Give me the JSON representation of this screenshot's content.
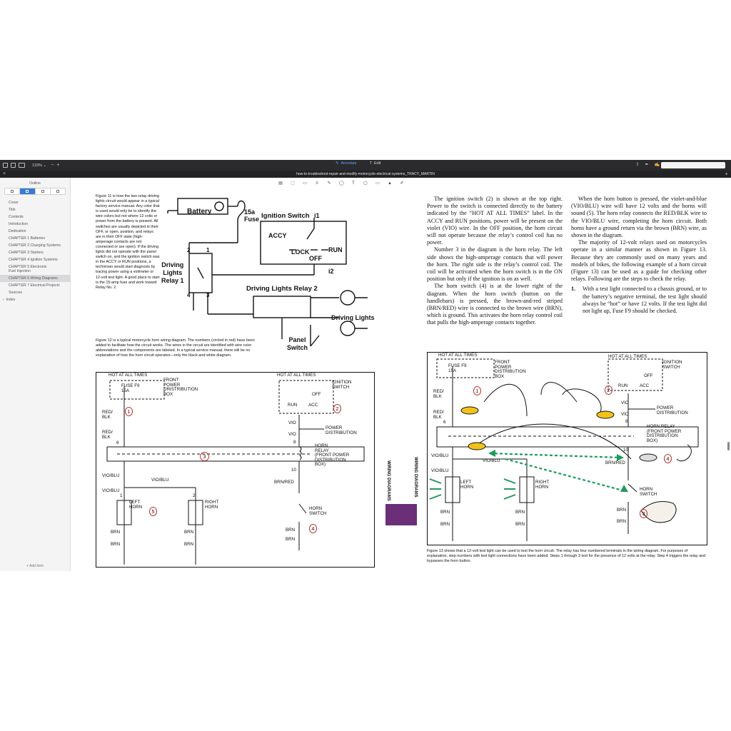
{
  "toolbar": {
    "zoom": "133% ⌄",
    "zoom_minus": "−",
    "zoom_plus": "+",
    "annotate_label": "Annotate",
    "edit_label": "Edit",
    "search_placeholder": ""
  },
  "tab": {
    "title": "how-to-troubleshoot-repair-and-modify-motorcycle-electrical-systems_TRACY_MARTIN"
  },
  "sidebar": {
    "title": "Outline",
    "add_item": "+ Add Item",
    "items": [
      {
        "label": "Cover"
      },
      {
        "label": "Title"
      },
      {
        "label": "Contents"
      },
      {
        "label": "Introduction"
      },
      {
        "label": "Dedication"
      },
      {
        "label": "CHAPTER 1 Batteries"
      },
      {
        "label": "CHAPTER 2 Charging Systems"
      },
      {
        "label": "CHAPTER 3 Starters"
      },
      {
        "label": "CHAPTER 4 Ignition Systems"
      },
      {
        "label": "CHAPTER 5 Electronic"
      },
      {
        "label": "Fuel Injection"
      },
      {
        "label": "CHAPTER 6 Wiring Diagrams"
      },
      {
        "label": "CHAPTER 7 Electrical Projects"
      },
      {
        "label": "Sources"
      },
      {
        "label": "Index"
      }
    ]
  },
  "left_page": {
    "fig11_caption": "Figure 11 is how the two-relay driving lights circuit would appear in a typical factory service manual. Any color that is used would only be to identify the wire colors but not where 12 volts or power from the battery is present. All switches are usually depicted in their OFF, or open, position, and relays are in their OFF state (high-amperage contacts are not connected or are open). If the driving lights did not operate with the panel switch on, and the ignition switch was in the ACCY or RUN positions, a technician would start diagnosis by tracing power using a voltmeter or 12-volt test light. A good place to start is the 15-amp fuse and work toward Relay No. 2.",
    "fig12_caption": "Figure 12 is a typical motorcycle horn wiring diagram. The numbers (circled in red) have been added to facilitate how the circuit works. The wires in the circuit are identified with wire color abbreviations and the components are labeled. In a typical service manual, there will be no explanation of how the horn circuit operates—only the black-and-white diagram.",
    "fig11": {
      "battery": "Battery",
      "fuse": "15a\nFuse",
      "ignition_switch": "Ignition Switch",
      "i1": "i1",
      "i2": "i2",
      "accy": "ACCY",
      "lock": "LOCK",
      "off": "OFF",
      "run": "RUN",
      "relay1": "Driving\nLights\nRelay 1",
      "relay2": "Driving Lights Relay 2",
      "driving_lights": "Driving Lights",
      "panel_switch": "Panel\nSwitch",
      "t1": "1",
      "t2": "2",
      "t3": "3",
      "t4": "4"
    },
    "fig12": {
      "hot": "HOT AT ALL TIMES",
      "fuse_f9": "FUSE F9",
      "fuse_amp": "15A",
      "front_power": "FRONT\nPOWER\nDRISTRIBUTION\nBOX",
      "hot2": "HOT AT ALL TIMES",
      "ign_switch": "IGNITION\nSWITCH",
      "off": "OFF",
      "run": "RUN",
      "acc": "ACC",
      "red_blk": "RED/\nBLK",
      "red_blk2": "RED/\nBLK",
      "vio": "VIO",
      "vio2": "VIO",
      "power_dist": "POWER\nDISTRIBUTION",
      "horn_relay": "HORN\nRELAY\n(FRONT POWER\nDISTRIBUTION\nBOX)",
      "vio_blu": "VIO/BLU",
      "vio_blu2": "VIO/BLU",
      "vio_blu3": "VIO/BLU",
      "left_horn": "LEFT\nHORN",
      "right_horn": "RIGHT\nHORN",
      "brn_red": "BRN/RED",
      "horn_switch": "HORN\nSWITCH",
      "brn": "BRN",
      "n1": "1",
      "n2": "2",
      "n3": "3",
      "n4": "4",
      "n5": "5",
      "t6": "6",
      "t8": "8",
      "t10": "10",
      "t1": "1",
      "t2": "2"
    },
    "gutter_label": "WIRING DIAGRAMS"
  },
  "right_page": {
    "gutter_label": "WIRING DIAGRAMS",
    "col1": [
      "The ignition switch (2) is shown at the top right. Power to the switch is connected directly to the battery indicated by the “HOT AT ALL TIMES” label. In the ACCY and RUN positions, power will be present on the violet (VIO) wire. In the OFF position, the horn circuit will not operate because the relay’s control coil has no power.",
      "Number 3 in the diagram is the horn relay. The left side shows the high-amperage contacts that will power the horn. The right side is the relay’s control coil. The coil will be activated when the horn switch is in the ON position but only if the ignition is on as well.",
      "The horn switch (4) is at the lower right of the diagram. When the horn switch (button on the handlebars) is pressed, the brown-and-red striped (BRN/RED) wire is connected to the brown wire (BRN), which is ground. This activates the horn relay control coil that pulls the high-amperage contacts together."
    ],
    "col2": [
      "When the horn button is pressed, the violet-and-blue (VIO/BLU) wire will have 12 volts and the horns will sound (5). The horn relay connects the RED/BLK wire to the VIO/BLU wire, completing the horn circuit. Both horns have a ground return via the brown (BRN) wire, as shown in the diagram.",
      "The majority of 12-volt relays used on motorcycles operate in a similar manner as shown in Figure 13. Because they are commonly used on many years and models of bikes, the following example of a horn circuit (Figure 13) can be used as a guide for checking other relays. Following are the steps to check the relay."
    ],
    "step1_num": "1.",
    "step1": "With a test light connected to a chassis ground, or to the battery’s negative terminal, the test light should always be “hot” or have 12 volts. If the test light did not light up, Fuse F9 should be checked.",
    "fig13_caption": "Figure 13 shows that a 12-volt test light can be used to test the horn circuit. The relay has four numbered terminals in the wiring diagram. For purposes of explanation, step numbers with test light connections have been added. Steps 1 through 3 test for the presence of 12 volts at the relay. Step 4 triggers the relay and bypasses the horn button.",
    "fig13": {
      "hot": "HOT AT ALL TIMES",
      "fuse_f9": "FUSE F9",
      "fuse_amp": "15A",
      "front_power": "FRONT\nPOWER\nDISTRIBUTION\nBOX",
      "hot2": "HOT AT ALL TIMES",
      "ign_switch": "IGNITION\nSWITCH",
      "off": "OFF",
      "run": "RUN",
      "acc": "ACC",
      "red_blk": "RED/\nBLK",
      "red_blk2": "RED/\nBLK",
      "vio": "VIO",
      "vio2": "VIO",
      "power_dist": "POWER\nDISTRIBUTION",
      "horn_relay": "HORN RELAY\n(FRONT POWER\nDISTRIBUTION\nBOX)",
      "vio_blu": "VIO/BLU",
      "vio_blu2": "VIO/BLU",
      "vio_blu3": "VIO/BLU",
      "left_horn": "LEFT\nHORN",
      "right_horn": "RIGHT\nHORN",
      "brn_red": "BRN/RED",
      "horn_switch": "HORN\nSWITCH",
      "brn": "BRN",
      "n1": "1",
      "n2": "2",
      "n3": "3",
      "n4": "4",
      "t6": "6",
      "t8": "8",
      "t10": "10"
    }
  },
  "colors": {
    "accent": "#3a7bd5",
    "circle_red": "#c0302a",
    "arrow_green": "#1e9a5c",
    "purple_tab": "#6b2f78",
    "toolbar_bg": "#2b2b2d"
  }
}
